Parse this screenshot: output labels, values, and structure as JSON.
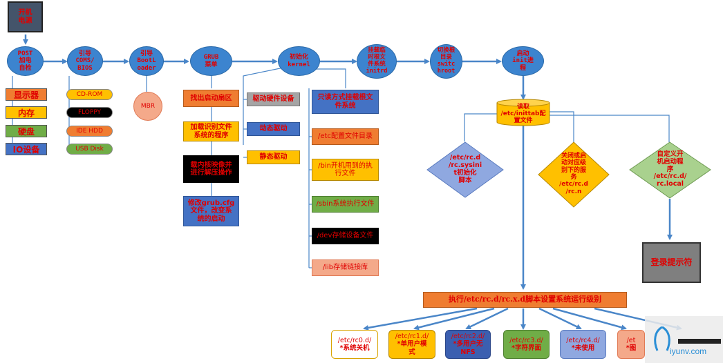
{
  "start": "开机\n电源",
  "main_flow": [
    "POST\n加电\n自检",
    "引导\nCOMS/\nBIOS",
    "引导\nBootL\noader",
    "GRUB\n菜单",
    "初始化\nkernel",
    "挂载临\n时根文\n件系统\ninitrd",
    "切换根\n目录\nswitc\nhroot",
    "启动\ninit进\n程"
  ],
  "post_items": [
    "显示器",
    "内存",
    "硬盘",
    "IO设备"
  ],
  "bios_items": [
    "CD-ROM",
    "FLOPPY",
    "IDE HDD",
    "USB Disk"
  ],
  "mbr": "MBR",
  "grub_items": [
    "找出启动扇区",
    "加载识别文件\n系统的程序",
    "载内核映像并\n进行解压操作",
    "修改grub.cfg\n文件，改变系\n统的启动"
  ],
  "kernel_items": [
    "驱动硬件设备",
    "动态驱动",
    "静态驱动"
  ],
  "initrd_items": [
    "只读方式挂载根文\n件系统",
    "/etc配置文件目录",
    "/bin开机用到的执\n行文件",
    "/sbin系统执行文件",
    "/dev存储设备文件",
    "/lib存储链接库"
  ],
  "inittab": "读取\n/etc/inittab配\n置文件",
  "diamonds": [
    "/etc/rc.d\n/rc.sysini\nt初始化\n脚本",
    "关闭或启\n动对应级\n别下的服\n务\n/etc/rc.d\n/rc.n",
    "自定义开\n机启动程\n序\n/etc/rc.d/\nrc.local"
  ],
  "login": "登录提示符",
  "runlevel_bar": "执行/etc/rc.d/rc.x.d脚本设置系统运行级别",
  "runlevels": [
    {
      "path": "/etc/rc0.d/",
      "desc": "*系统关机"
    },
    {
      "path": "/etc/rc1.d/",
      "desc": "*单用户模\n式"
    },
    {
      "path": "/etc/rc2.d/",
      "desc": "*多用户无\nNFS"
    },
    {
      "path": "/etc/rc3.d/",
      "desc": "*字符界面"
    },
    {
      "path": "/etc/rc4.d/",
      "desc": "*未使用"
    },
    {
      "path": "/et",
      "desc": "*图"
    }
  ],
  "watermark": "iyunv.com",
  "colors": {
    "circle": "#3c84cf",
    "red_text": "#e00000",
    "orange": "#ef7d31",
    "yellow": "#ffc000",
    "green": "#70ad47",
    "blue": "#4472c4",
    "diamond_blue": "#8fa8e0",
    "diamond_green": "#a9d18e"
  }
}
